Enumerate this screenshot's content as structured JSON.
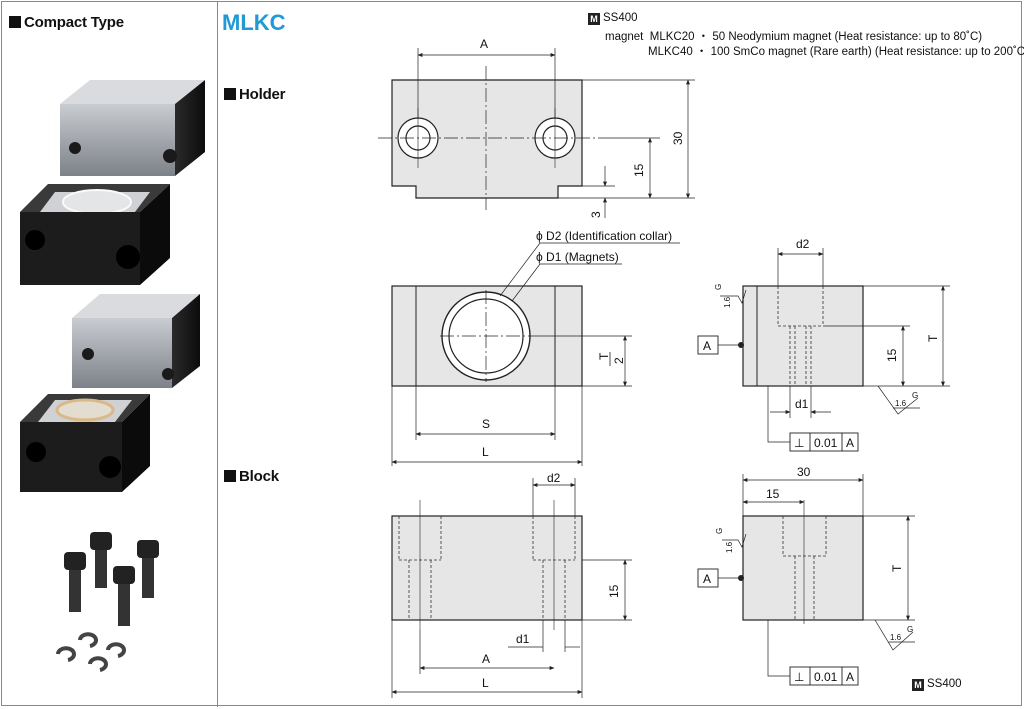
{
  "left_title": "Compact Type",
  "product_code": "MLKC",
  "material_note": {
    "holder_material": "SS400",
    "magnet_label": "magnet",
    "mlkc20": "MLKC20 ・ 50 Neodymium magnet (Heat resistance: up to 80˚C)",
    "mlkc40": "MLKC40 ・ 100 SmCo magnet (Rare earth) (Heat resistance: up to 200˚C)"
  },
  "sections": {
    "holder": "Holder",
    "block": "Block"
  },
  "dims": {
    "A": "A",
    "L": "L",
    "S": "S",
    "T": "T",
    "d1": "d1",
    "d2": "d2",
    "v30": "30",
    "v15": "15",
    "v3": "3",
    "T_half_num": "T",
    "T_half_den": "2",
    "phiD2": "ϕ D2 (Identification collar)",
    "phiD1": "ϕ D1 (Magnets)",
    "datum": "A",
    "perp_symbol": "⊥",
    "tol": "0.01",
    "rough_val": "1.6",
    "rough_g": "G"
  },
  "block_material": "SS400",
  "colors": {
    "accent": "#1f9ad6",
    "drawing_fill": "#e6e6e6",
    "line": "#222222"
  }
}
